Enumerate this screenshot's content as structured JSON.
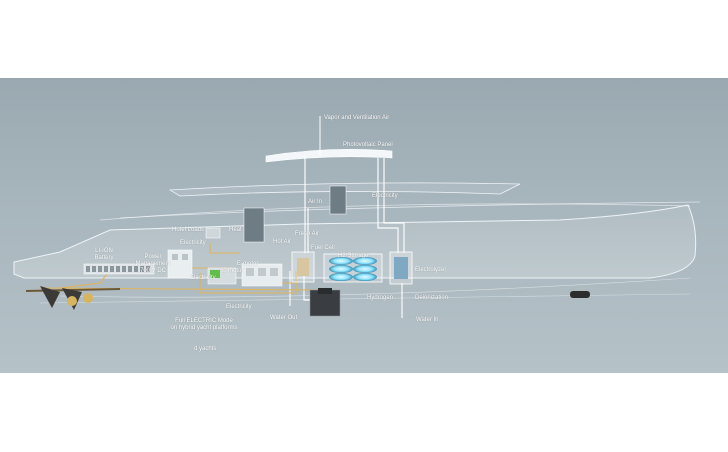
{
  "diagram": {
    "labels": {
      "vapor_vent": "Vapor and\nVentilation Air",
      "photovoltaic": "Photovoltaic Panel",
      "electricity_top": "Electricity",
      "air_in": "Air In",
      "heat": "Heat",
      "hotel_loads": "Hotel Loads",
      "electricity_hotel": "Electricity",
      "hot_air": "Hot Air",
      "fresh_air": "Fresh Air",
      "fuel_cell": "Fuel Cell",
      "h2_storage": "H2 Storage",
      "electrolyzer": "Electrolyzer",
      "li_ion": "LI-ION\nBattery",
      "power_mgmt": "Power\nManagement\n700 V DC",
      "electricity_pm": "Electricity",
      "e_motor_1": "E-motor",
      "e_motor_2": "E-motor",
      "hydrogen": "Hydrogen",
      "deionization": "Deionization",
      "electricity_bottom": "Electricity",
      "water_out": "Water Out",
      "water_in": "Water In",
      "full_electric": "Full ELECTRIC Mode\non hybrid yacht platforms",
      "brand": "d yachts"
    },
    "colors": {
      "background": "#a8b6bd",
      "hull_line": "#eef4f7",
      "power_line": "#e0b35a",
      "pipe": "#ffffff",
      "h2_glow": "#8fe4ff"
    }
  }
}
